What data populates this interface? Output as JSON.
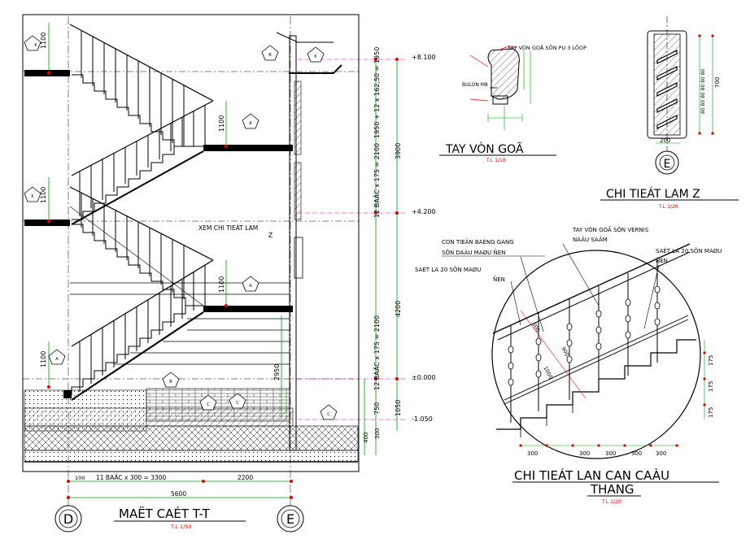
{
  "section": {
    "title": "MAËT CAÉT T-T",
    "scale": "T.L 1/50",
    "axis_left": "D",
    "axis_right": "E",
    "note_detail": "XEM CHI TIEÁT LAM",
    "note_detail_2": "Z",
    "dim_steps": "11 BAÄC x 300 = 3300",
    "dim_2200": "2200",
    "dim_total": "5600",
    "dim_100": "100",
    "h1100": "1100",
    "dim_2950": "2950",
    "dim_1050": "1050",
    "dim_750": "750",
    "dim_400": "400",
    "dim_300": "300",
    "dim_vert_a": "12 BAÄC x 175 = 2100",
    "dim_vert_b": "12 BAÄC x 175 = 2100",
    "dim_vert_c": "1950 + 12 x 162,50 = 1950",
    "dim_3900": "3900",
    "dim_4200": "4200",
    "lvl_top": "+8.100",
    "lvl_mid": "+4.200",
    "lvl_000": "±0.000",
    "lvl_neg": "-1.050",
    "mark_k": "K",
    "mark_b": "B",
    "mark_a": "A",
    "mark_c": "C"
  },
  "handrail": {
    "title": "TAY VÒN GOÃ",
    "scale": "T.L 1/10",
    "note_top": "TAY VÒN GOÃ SÔN PU 3 LÔOP",
    "note_bolt": "BULON M8"
  },
  "lam": {
    "title": "CHI TIEÁT LAM Z",
    "scale": "T.L 1/20",
    "axis": "E",
    "dim_200": "200",
    "dim_700": "700",
    "dim_col": "80 80 80 80 80 80"
  },
  "railing": {
    "title": "CHI TIEÁT LAN CAN CAÀU THANG",
    "title_l1": "CHI TIEÁT LAN CAN CAÀU",
    "title_l2": "THANG",
    "scale": "T.L 1/20",
    "note_handrail": "TAY VÒN GOÃ SÔN VERNIS",
    "note_handrail_2": "NAÂU SAÃM",
    "note_post": "CON TIEÄN BAÈNG GANG",
    "note_post_2": "SÔN DAÀU MAØU ÑEN",
    "note_flat_l": "SAÉT LA 20 SÔN MAØU",
    "note_flat_l2": "ÑEN",
    "note_flat_r": "SAÉT LA 20 SÔN MAØU",
    "note_flat_r2": "ÑEN",
    "dim_300": "300",
    "dim_175": "175",
    "dim_1000": "1000",
    "dim_600": "600",
    "dim_900": "900"
  },
  "colors": {
    "line": "#000000",
    "dim_green": "#00a000",
    "red": "#e00000",
    "magenta": "#d000d0",
    "gray": "#808080"
  }
}
